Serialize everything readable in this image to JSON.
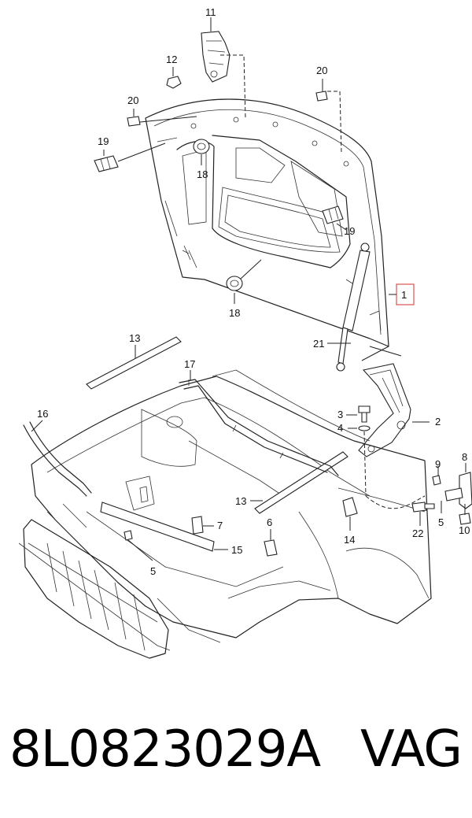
{
  "callouts": {
    "c1": "1",
    "c2": "2",
    "c3": "3",
    "c4": "4",
    "c5a": "5",
    "c5b": "5",
    "c6": "6",
    "c7": "7",
    "c8": "8",
    "c9": "9",
    "c10": "10",
    "c11": "11",
    "c12": "12",
    "c13a": "13",
    "c13b": "13",
    "c14": "14",
    "c15": "15",
    "c16": "16",
    "c17": "17",
    "c18a": "18",
    "c18b": "18",
    "c19a": "19",
    "c19b": "19",
    "c20a": "20",
    "c20b": "20",
    "c21": "21",
    "c22": "22"
  },
  "highlight_color": "#d9534f",
  "caption": {
    "part_number": "8L0823029A",
    "brand": "VAG"
  }
}
